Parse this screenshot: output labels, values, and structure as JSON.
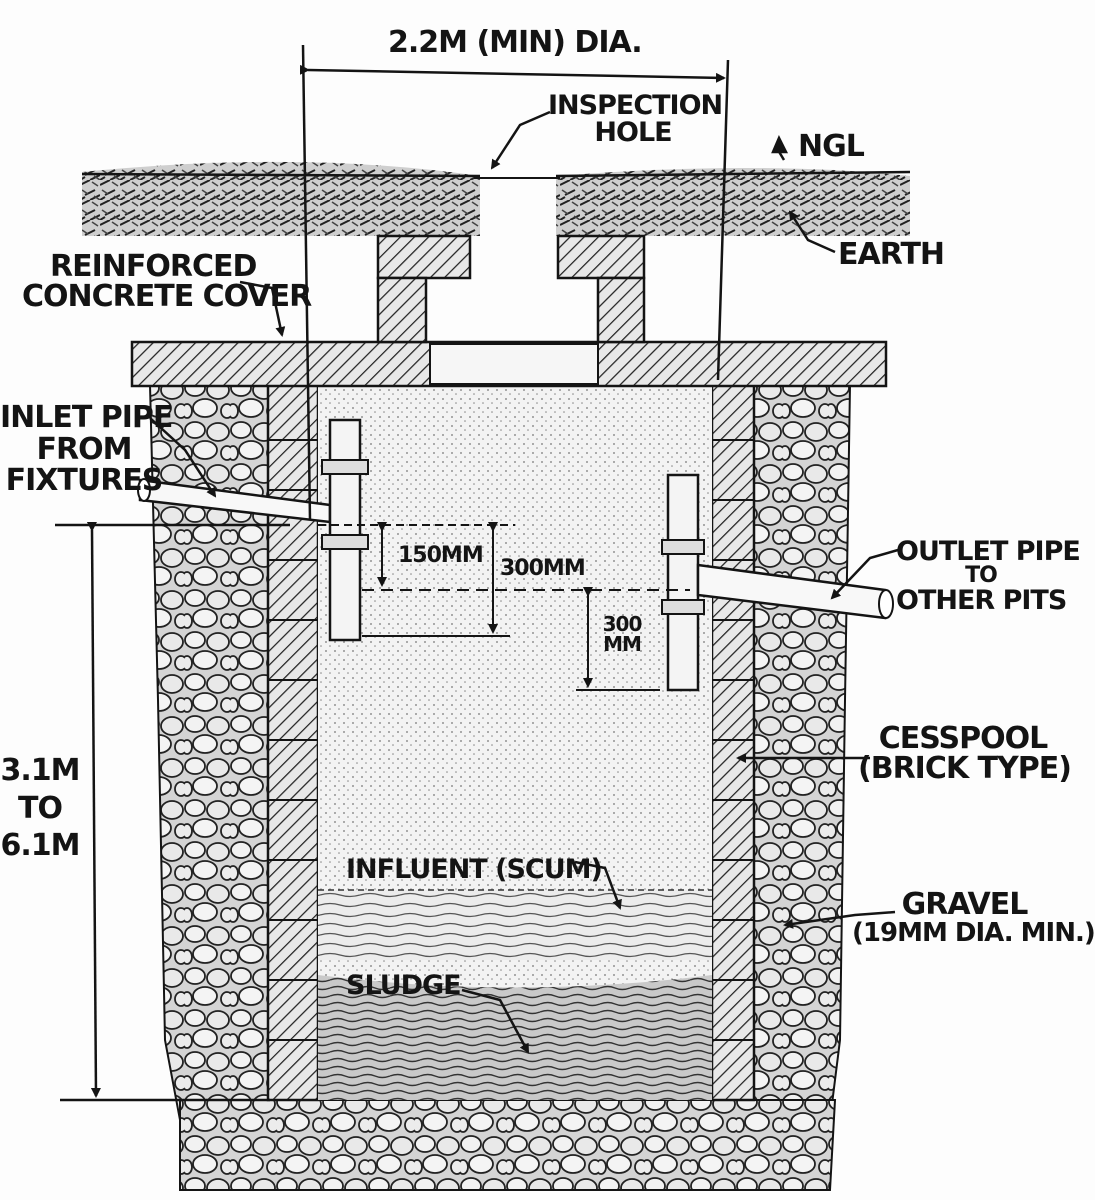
{
  "labels": {
    "diameter": "2.2M (MIN) DIA.",
    "inspection_hole_1": "INSPECTION",
    "inspection_hole_2": "HOLE",
    "ngl": "NGL",
    "earth": "EARTH",
    "cover_1": "REINFORCED",
    "cover_2": "CONCRETE COVER",
    "inlet_1": "INLET PIPE",
    "inlet_2": "FROM",
    "inlet_3": "FIXTURES",
    "dim_150": "150MM",
    "dim_300a": "300MM",
    "dim_300b_1": "300",
    "dim_300b_2": "MM",
    "outlet_1": "OUTLET PIPE",
    "outlet_2": "TO",
    "outlet_3": "OTHER PITS",
    "cesspool_1": "CESSPOOL",
    "cesspool_2": "(BRICK TYPE)",
    "depth_1": "3.1M",
    "depth_2": "TO",
    "depth_3": "6.1M",
    "influent": "INFLUENT (SCUM)",
    "gravel_1": "GRAVEL",
    "gravel_2": "(19MM DIA. MIN.)",
    "sludge": "SLUDGE"
  },
  "colors": {
    "ink": "#141414",
    "paper": "#fdfdfd"
  }
}
